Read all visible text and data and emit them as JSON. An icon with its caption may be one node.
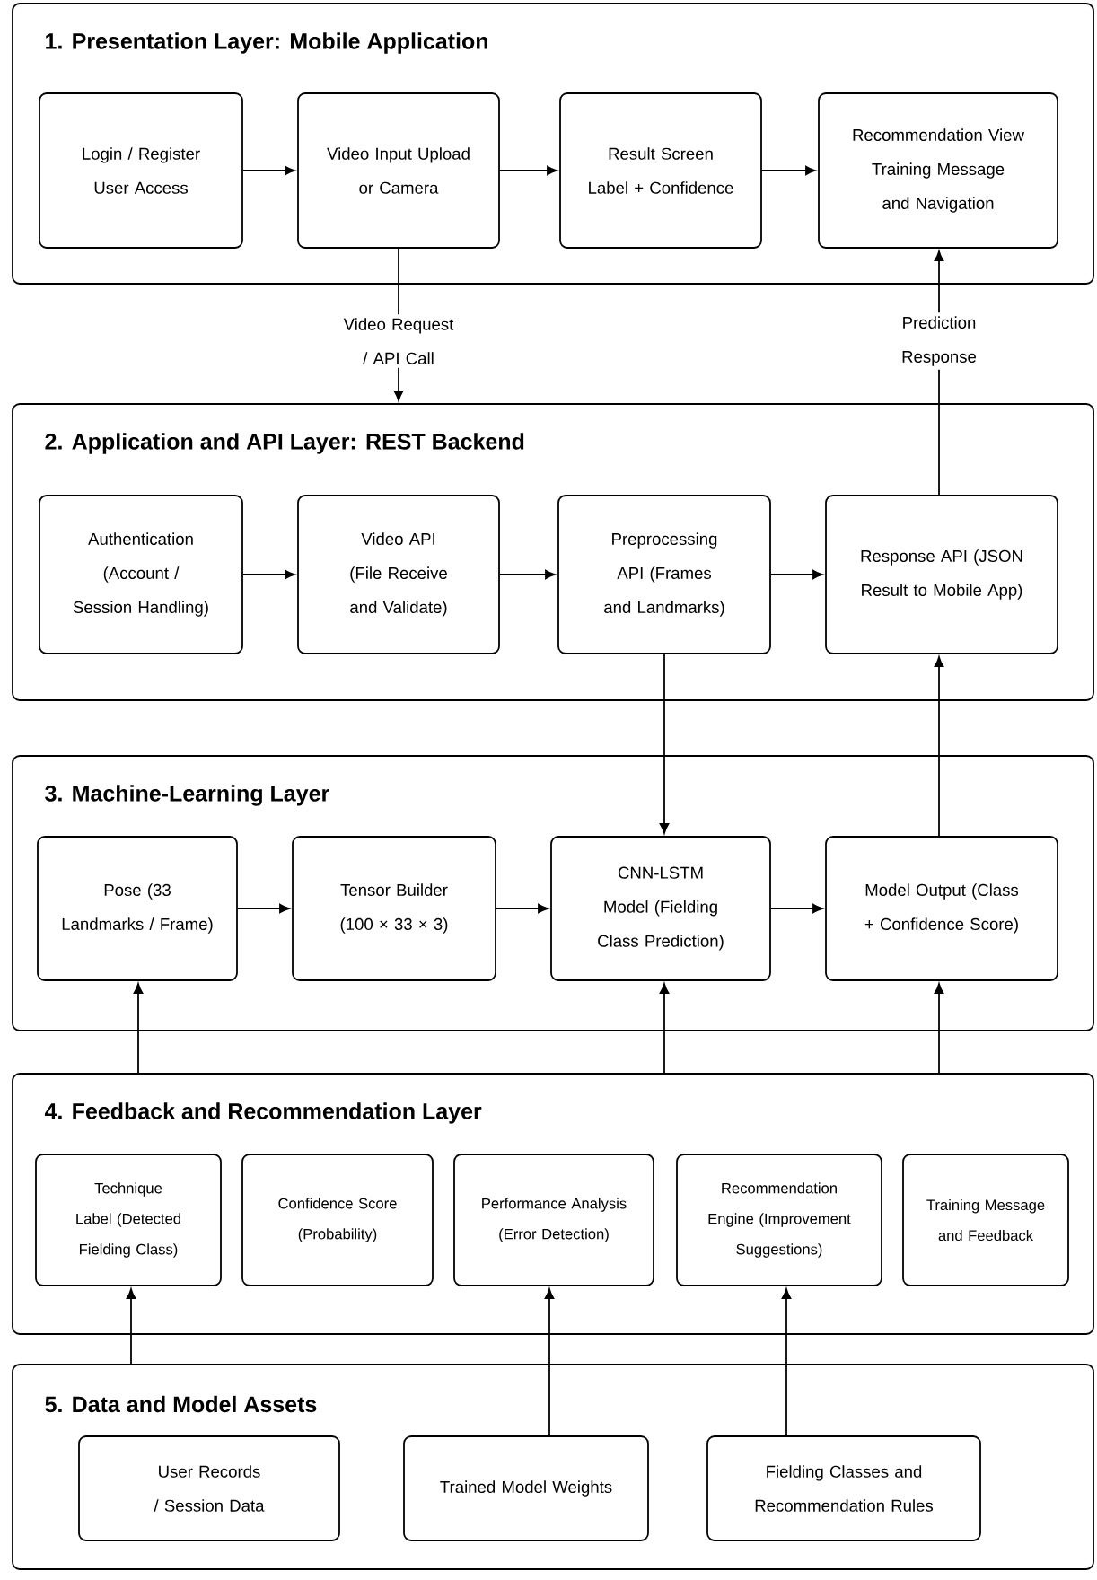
{
  "diagram": {
    "nodes": [
      {
        "text": [
          "1. Presentation Layer: Mobile Application"
        ]
      },
      {
        "text": [
          "Login / Register User Access"
        ],
        "in": 0
      },
      {
        "text": [
          "Video Input Upload or Camera"
        ],
        "in": 0
      },
      {
        "text": [
          "Result Screen Label + Confidence"
        ],
        "in": 0
      },
      {
        "text": [
          "Recommendation View Training Message and Navigation"
        ],
        "in": 0
      },
      {
        "text": [
          "2. Application and API Layer: REST Backend"
        ]
      },
      {
        "text": [
          "Authentication (Account / Session Handling)"
        ],
        "in": 5
      },
      {
        "text": [
          "Video API (File Receive and Validate)"
        ],
        "in": 5
      },
      {
        "text": [
          "Preprocessing API (Frames and Landmarks)"
        ],
        "in": 5
      },
      {
        "text": [
          "Response API (JSON Result to Mobile App)"
        ],
        "in": 5
      },
      {
        "text": [
          "3. Machine-Learning Layer"
        ]
      },
      {
        "text": [
          "Pose (33 Landmarks / Frame)"
        ],
        "in": 10
      },
      {
        "text": [
          "Tensor Builder (100 × 33 × 3)"
        ],
        "in": 10
      },
      {
        "text": [
          "CNN-LSTM Model (Fielding Class Prediction)"
        ],
        "in": 10
      },
      {
        "text": [
          "Model Output (Class + Confidence Score)"
        ],
        "in": 10
      },
      {
        "text": [
          "4. Feedback and Recommendation Layer"
        ]
      },
      {
        "text": [
          "Technique Label (Detected Fielding Class)"
        ],
        "in": 15
      },
      {
        "text": [
          "Confidence Score (Probability)"
        ],
        "in": 15
      },
      {
        "text": [
          "Performance Analysis (Error Detection)"
        ],
        "in": 15
      },
      {
        "text": [
          "Recommendation Engine (Improvement Suggestions)"
        ],
        "in": 15
      },
      {
        "text": [
          "Training Message and Feedback"
        ],
        "in": 15
      },
      {
        "text": [
          "5. Data and Model Assets"
        ]
      },
      {
        "text": [
          "User Records / Session Data"
        ],
        "in": 21
      },
      {
        "text": [
          "Trained Model Weights"
        ],
        "in": 21
      },
      {
        "text": [
          "Fielding Classes and Recommendation Rules"
        ],
        "in": 21
      }
    ],
    "edges": [
      {
        "from": 1,
        "to": 2,
        "arrow": "to"
      },
      {
        "from": 2,
        "to": 3,
        "arrow": "to"
      },
      {
        "from": 3,
        "to": 4,
        "arrow": "to"
      },
      {
        "from": 2,
        "to": 5,
        "arrow": "to",
        "label": "Video Request / API Call"
      },
      {
        "from": 9,
        "to": 4,
        "arrow": "to",
        "label": "Prediction Response"
      },
      {
        "from": 6,
        "to": 7,
        "arrow": "to"
      },
      {
        "from": 7,
        "to": 8,
        "arrow": "to"
      },
      {
        "from": 8,
        "to": 9,
        "arrow": "to"
      },
      {
        "from": 8,
        "to": 13,
        "arrow": "to"
      },
      {
        "from": 14,
        "to": 9,
        "arrow": "to"
      },
      {
        "from": 11,
        "to": 12,
        "arrow": "to"
      },
      {
        "from": 12,
        "to": 13,
        "arrow": "to"
      },
      {
        "from": 13,
        "to": 14,
        "arrow": "to"
      },
      {
        "from": 15,
        "to": 11,
        "arrow": "to"
      },
      {
        "from": 15,
        "to": 13,
        "arrow": "to"
      },
      {
        "from": 15,
        "to": 14,
        "arrow": "to"
      },
      {
        "from": 21,
        "to": 16,
        "arrow": "to"
      },
      {
        "from": 23,
        "to": 18,
        "arrow": "to"
      },
      {
        "from": 24,
        "to": 19,
        "arrow": "to"
      }
    ]
  }
}
